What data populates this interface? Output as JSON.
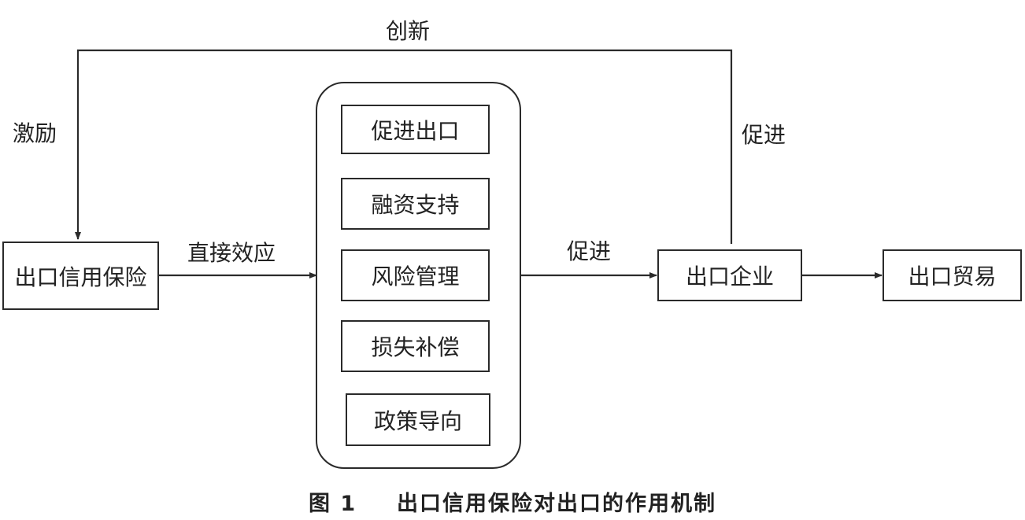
{
  "nodes": {
    "insurance": "出口信用保险",
    "enterprise": "出口企业",
    "trade": "出口贸易"
  },
  "effects": [
    "促进出口",
    "融资支持",
    "风险管理",
    "损失补偿",
    "政策导向"
  ],
  "edge_labels": {
    "innovation": "创新",
    "incentive": "激励",
    "promote_top": "促进",
    "direct_effect": "直接效应",
    "promote_mid": "促进"
  },
  "caption": {
    "figure_no": "图 1",
    "title": "出口信用保险对出口的作用机制"
  }
}
